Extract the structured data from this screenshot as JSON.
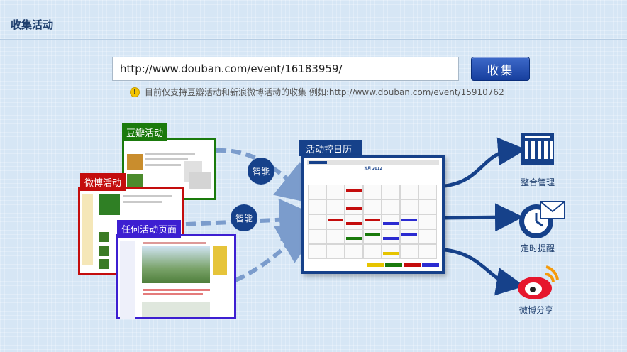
{
  "header": {
    "title": "收集活动"
  },
  "form": {
    "url_value": "http://www.douban.com/event/16183959/",
    "submit_label": "收集",
    "hint": "目前仅支持豆瓣活动和新浪微博活动的收集 例如:http://www.douban.com/event/15910762"
  },
  "illustration": {
    "sources": {
      "douban_label": "豆瓣活动",
      "weibo_label": "微博活动",
      "any_label": "任何活动页面"
    },
    "badge_label": "智能",
    "calendar": {
      "title": "活动控日历",
      "month": "五月 2012"
    },
    "outputs": {
      "manage_label": "整合管理",
      "remind_label": "定时提醒",
      "share_label": "微博分享"
    }
  },
  "colors": {
    "brand_blue": "#16418a",
    "douban_green": "#1a7a0c",
    "weibo_red": "#c40d0d",
    "any_purple": "#3d1fd1",
    "background": "#d6e6f5"
  }
}
